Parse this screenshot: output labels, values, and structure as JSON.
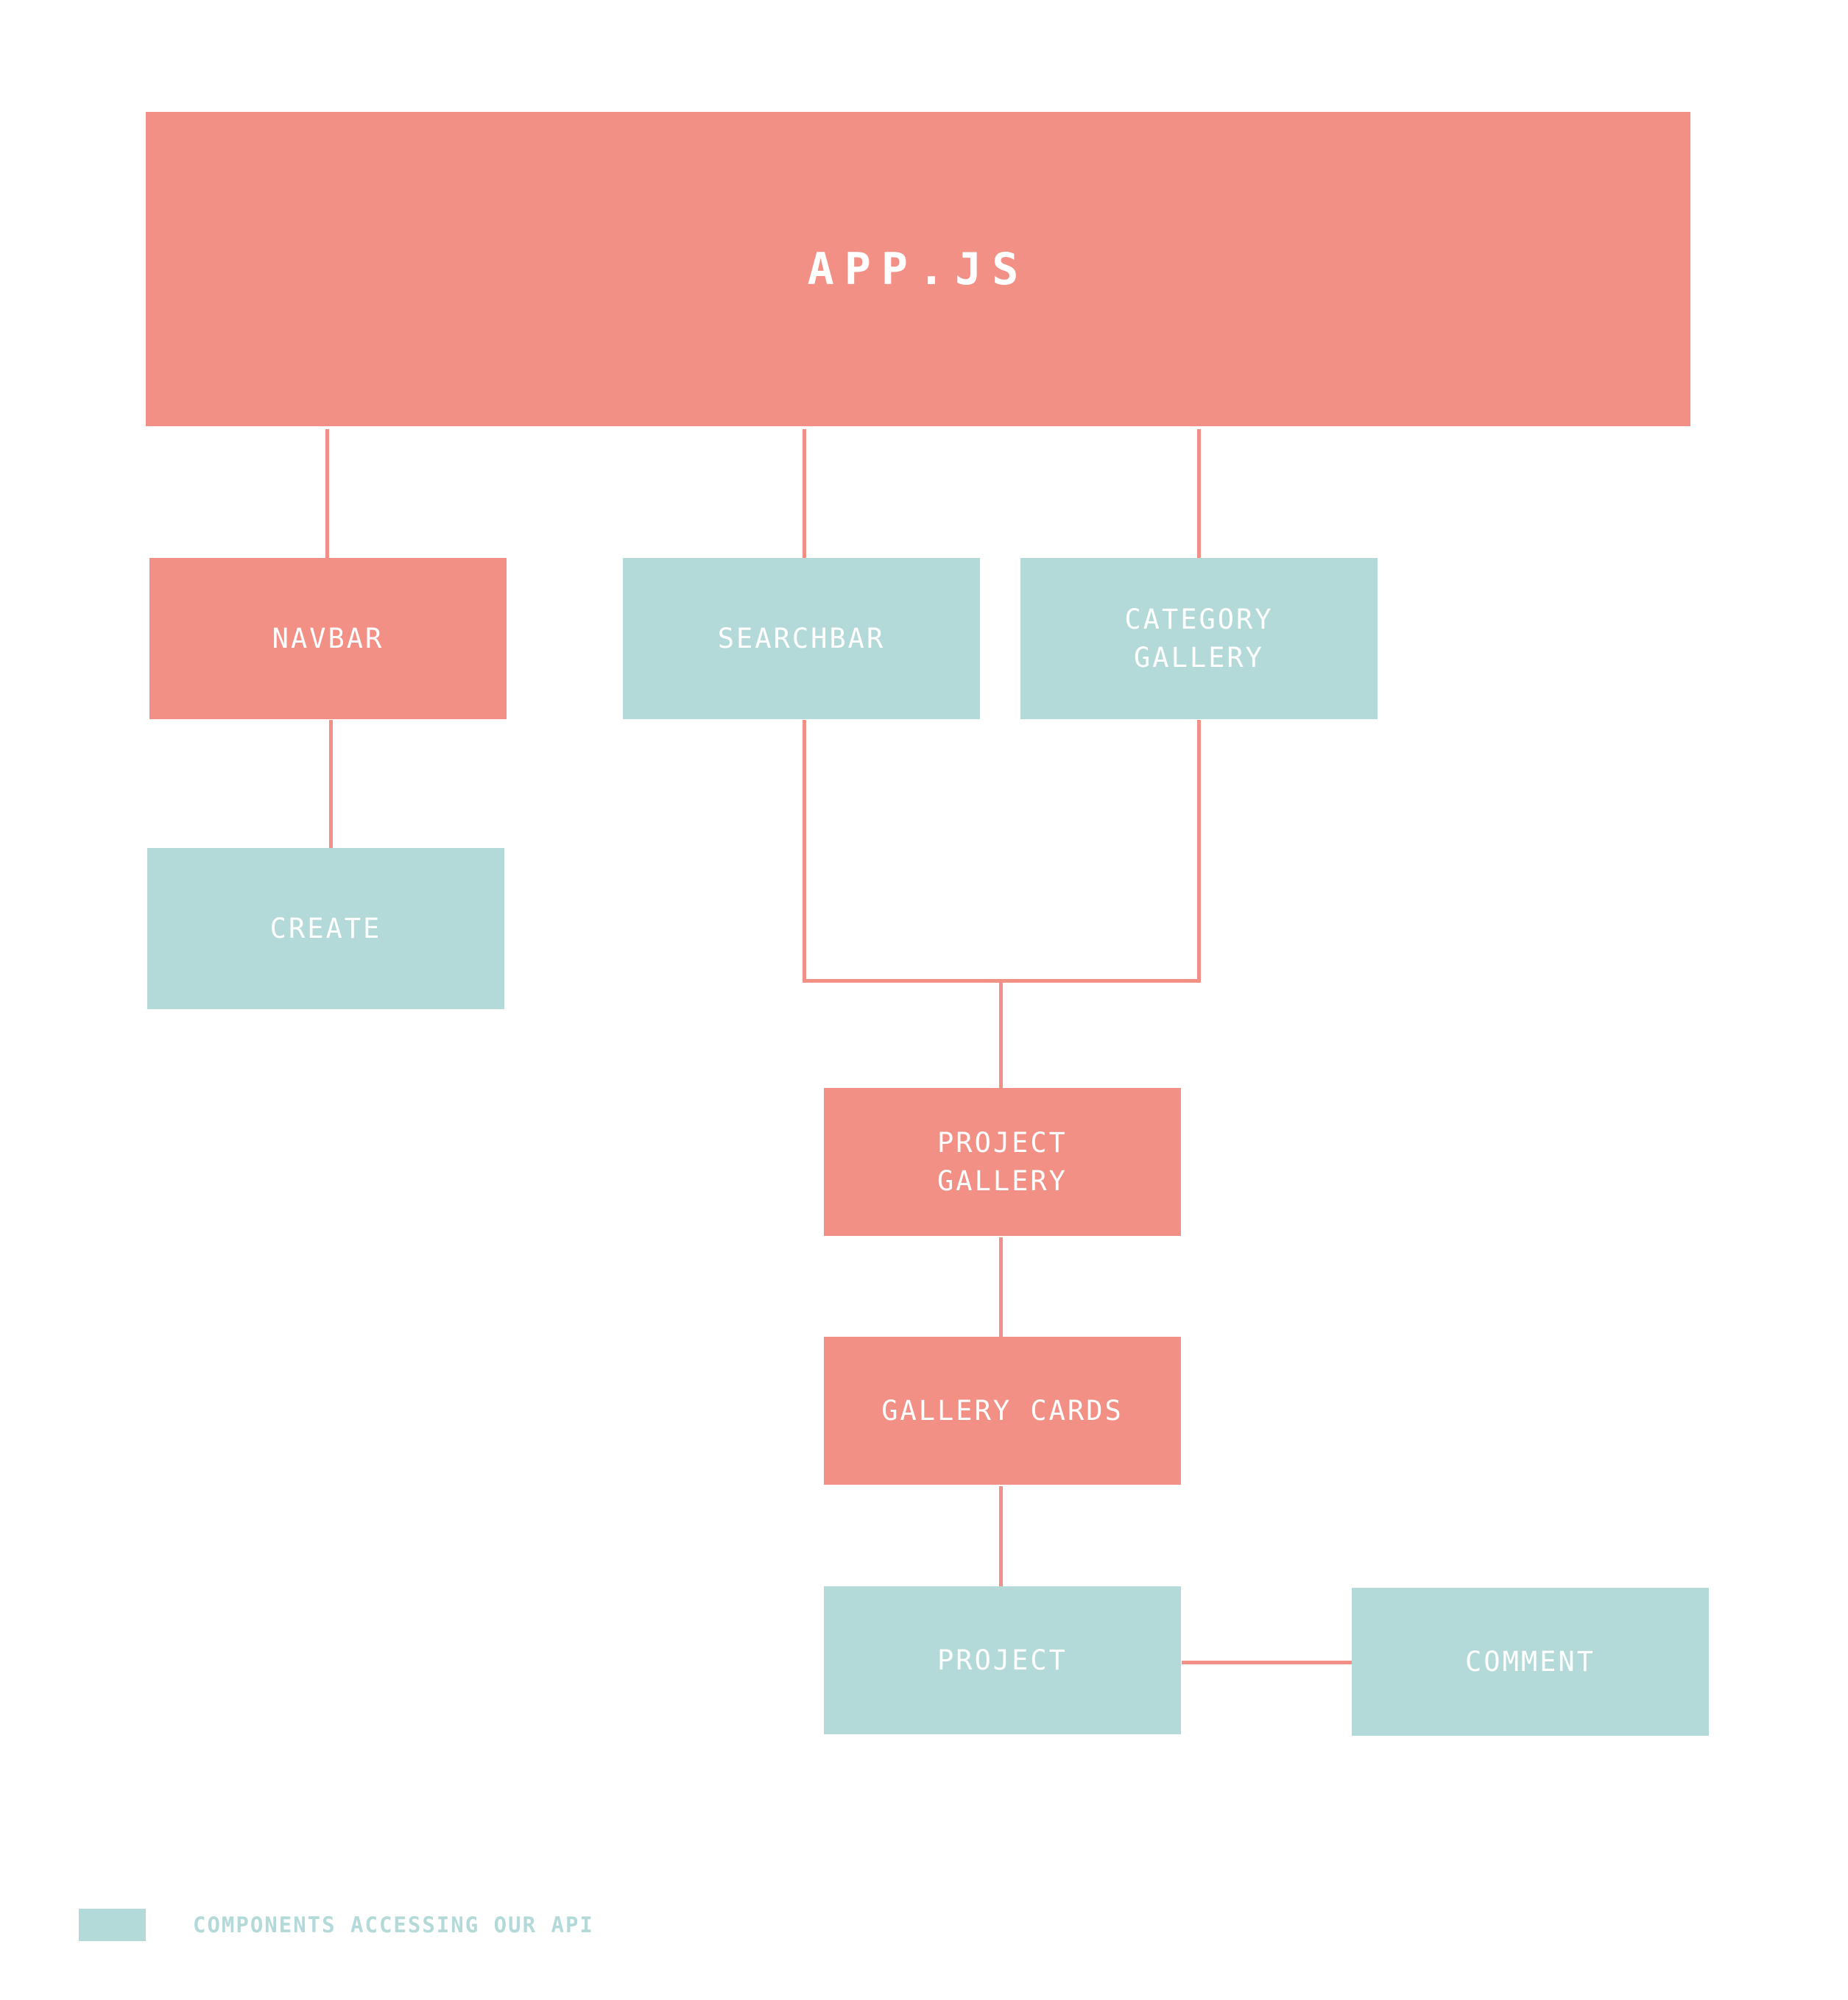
{
  "colors": {
    "component": "#f29086",
    "api_component": "#b3d9d8",
    "connector": "#f29086",
    "background": "#ffffff"
  },
  "nodes": {
    "app": {
      "label": "APP.JS",
      "kind": "component"
    },
    "navbar": {
      "label": "NAVBAR",
      "kind": "component"
    },
    "searchbar": {
      "label": "SEARCHBAR",
      "kind": "api"
    },
    "category_gallery": {
      "label": "CATEGORY\nGALLERY",
      "kind": "api"
    },
    "create": {
      "label": "CREATE",
      "kind": "api"
    },
    "project_gallery": {
      "label": "PROJECT\nGALLERY",
      "kind": "component"
    },
    "gallery_cards": {
      "label": "GALLERY CARDS",
      "kind": "component"
    },
    "project": {
      "label": "PROJECT",
      "kind": "api"
    },
    "comment": {
      "label": "COMMENT",
      "kind": "api"
    }
  },
  "edges": [
    [
      "app",
      "navbar"
    ],
    [
      "app",
      "searchbar"
    ],
    [
      "app",
      "category_gallery"
    ],
    [
      "navbar",
      "create"
    ],
    [
      "searchbar",
      "project_gallery"
    ],
    [
      "category_gallery",
      "project_gallery"
    ],
    [
      "project_gallery",
      "gallery_cards"
    ],
    [
      "gallery_cards",
      "project"
    ],
    [
      "project",
      "comment"
    ]
  ],
  "legend": {
    "label": "COMPONENTS ACCESSING OUR API",
    "swatch": "api_component"
  }
}
